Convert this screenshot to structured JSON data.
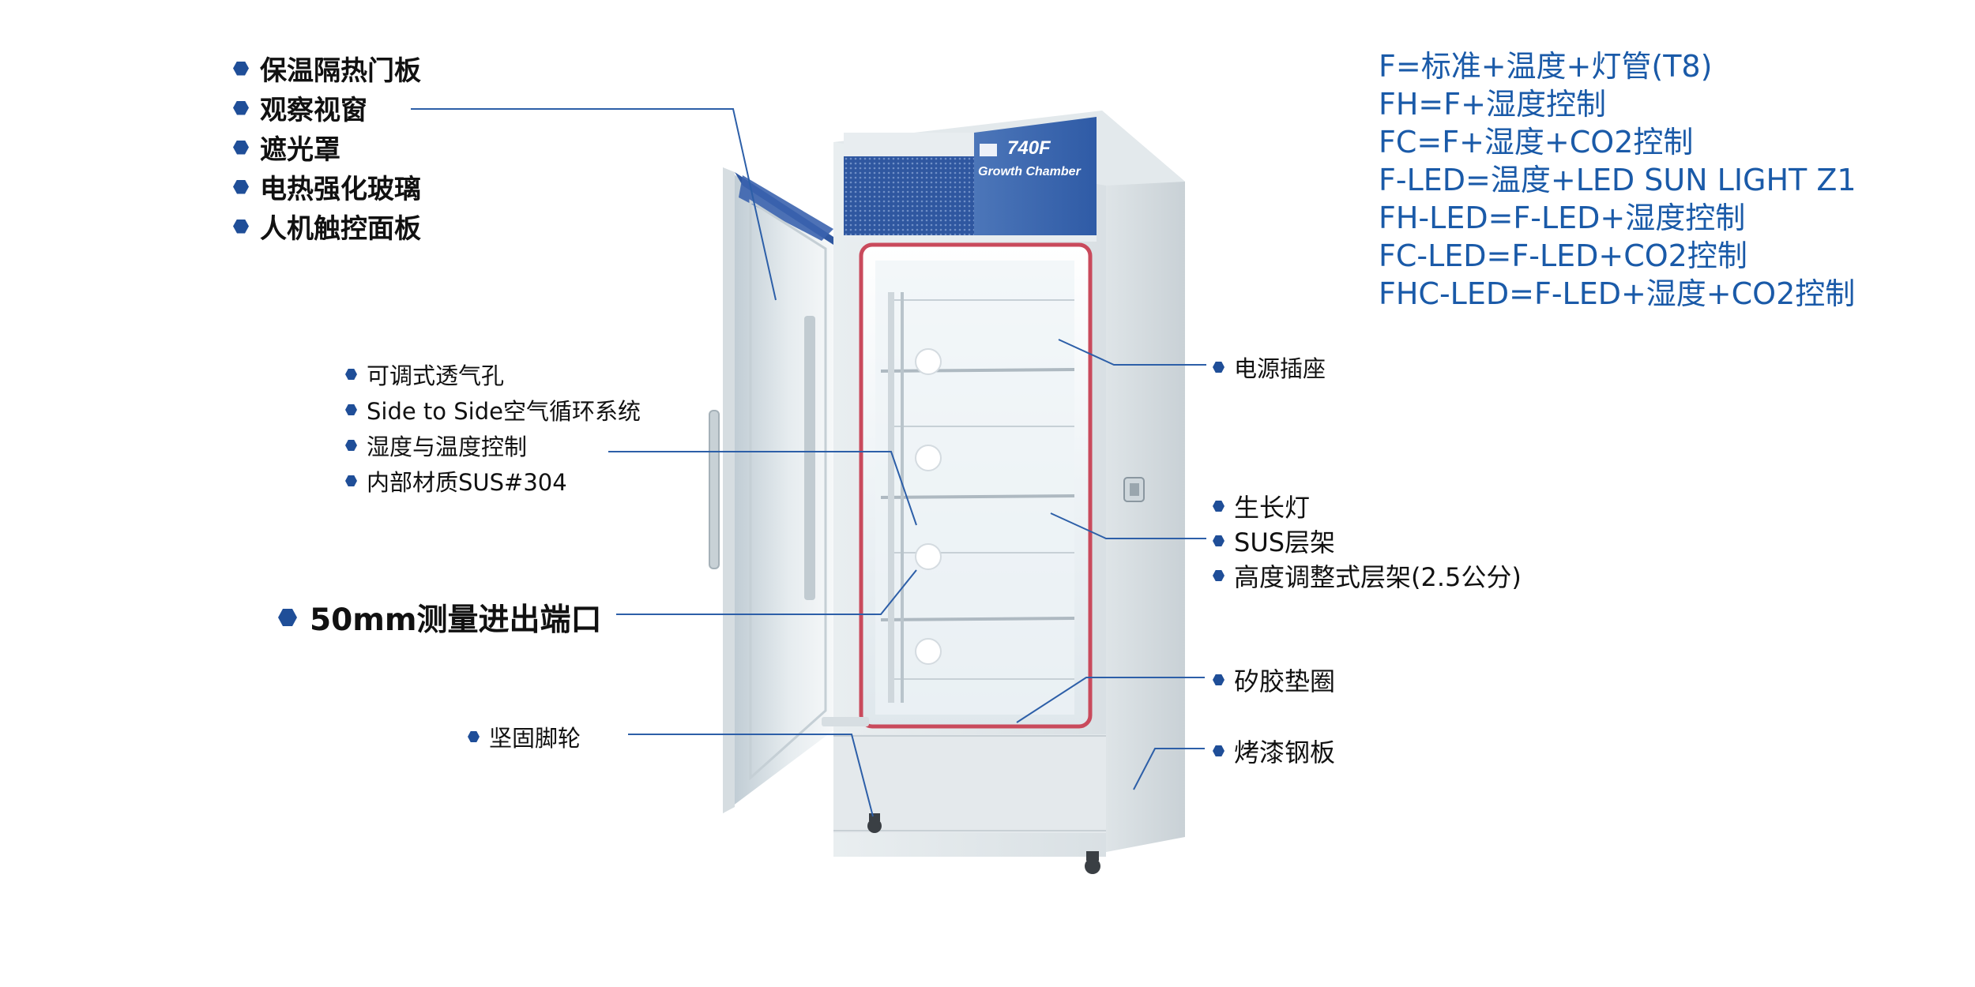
{
  "left_features": [
    "保温隔热门板",
    "观察视窗",
    "遮光罩",
    "电热强化玻璃",
    "人机触控面板"
  ],
  "mid_features": [
    "可调式透气孔",
    "Side to Side空气循环系统",
    "湿度与温度控制",
    "内部材质SUS#304"
  ],
  "port_label": "50mm测量进出端口",
  "caster_label": "坚固脚轮",
  "right_features": {
    "power": "电源插座",
    "grow_light": "生长灯",
    "sus_shelf": "SUS层架",
    "adj_shelf": "高度调整式层架(2.5公分)",
    "gasket": "矽胶垫圈",
    "panel": "烤漆钢板"
  },
  "spec_lines": [
    "F=标准+温度+灯管(T8)",
    "FH=F+湿度控制",
    "FC=F+湿度+CO2控制",
    "F-LED=温度+LED SUN LIGHT Z1",
    "FH-LED=F-LED+湿度控制",
    "FC-LED=F-LED+CO2控制",
    "FHC-LED=F-LED+湿度+CO2控制"
  ],
  "product_badge": {
    "model": "740F",
    "name": "Growth Chamber"
  },
  "colors": {
    "accent": "#1f4e98",
    "spec_text": "#1a5aa8",
    "callout_line": "#2d5fa8",
    "gasket": "#c94a5c"
  }
}
